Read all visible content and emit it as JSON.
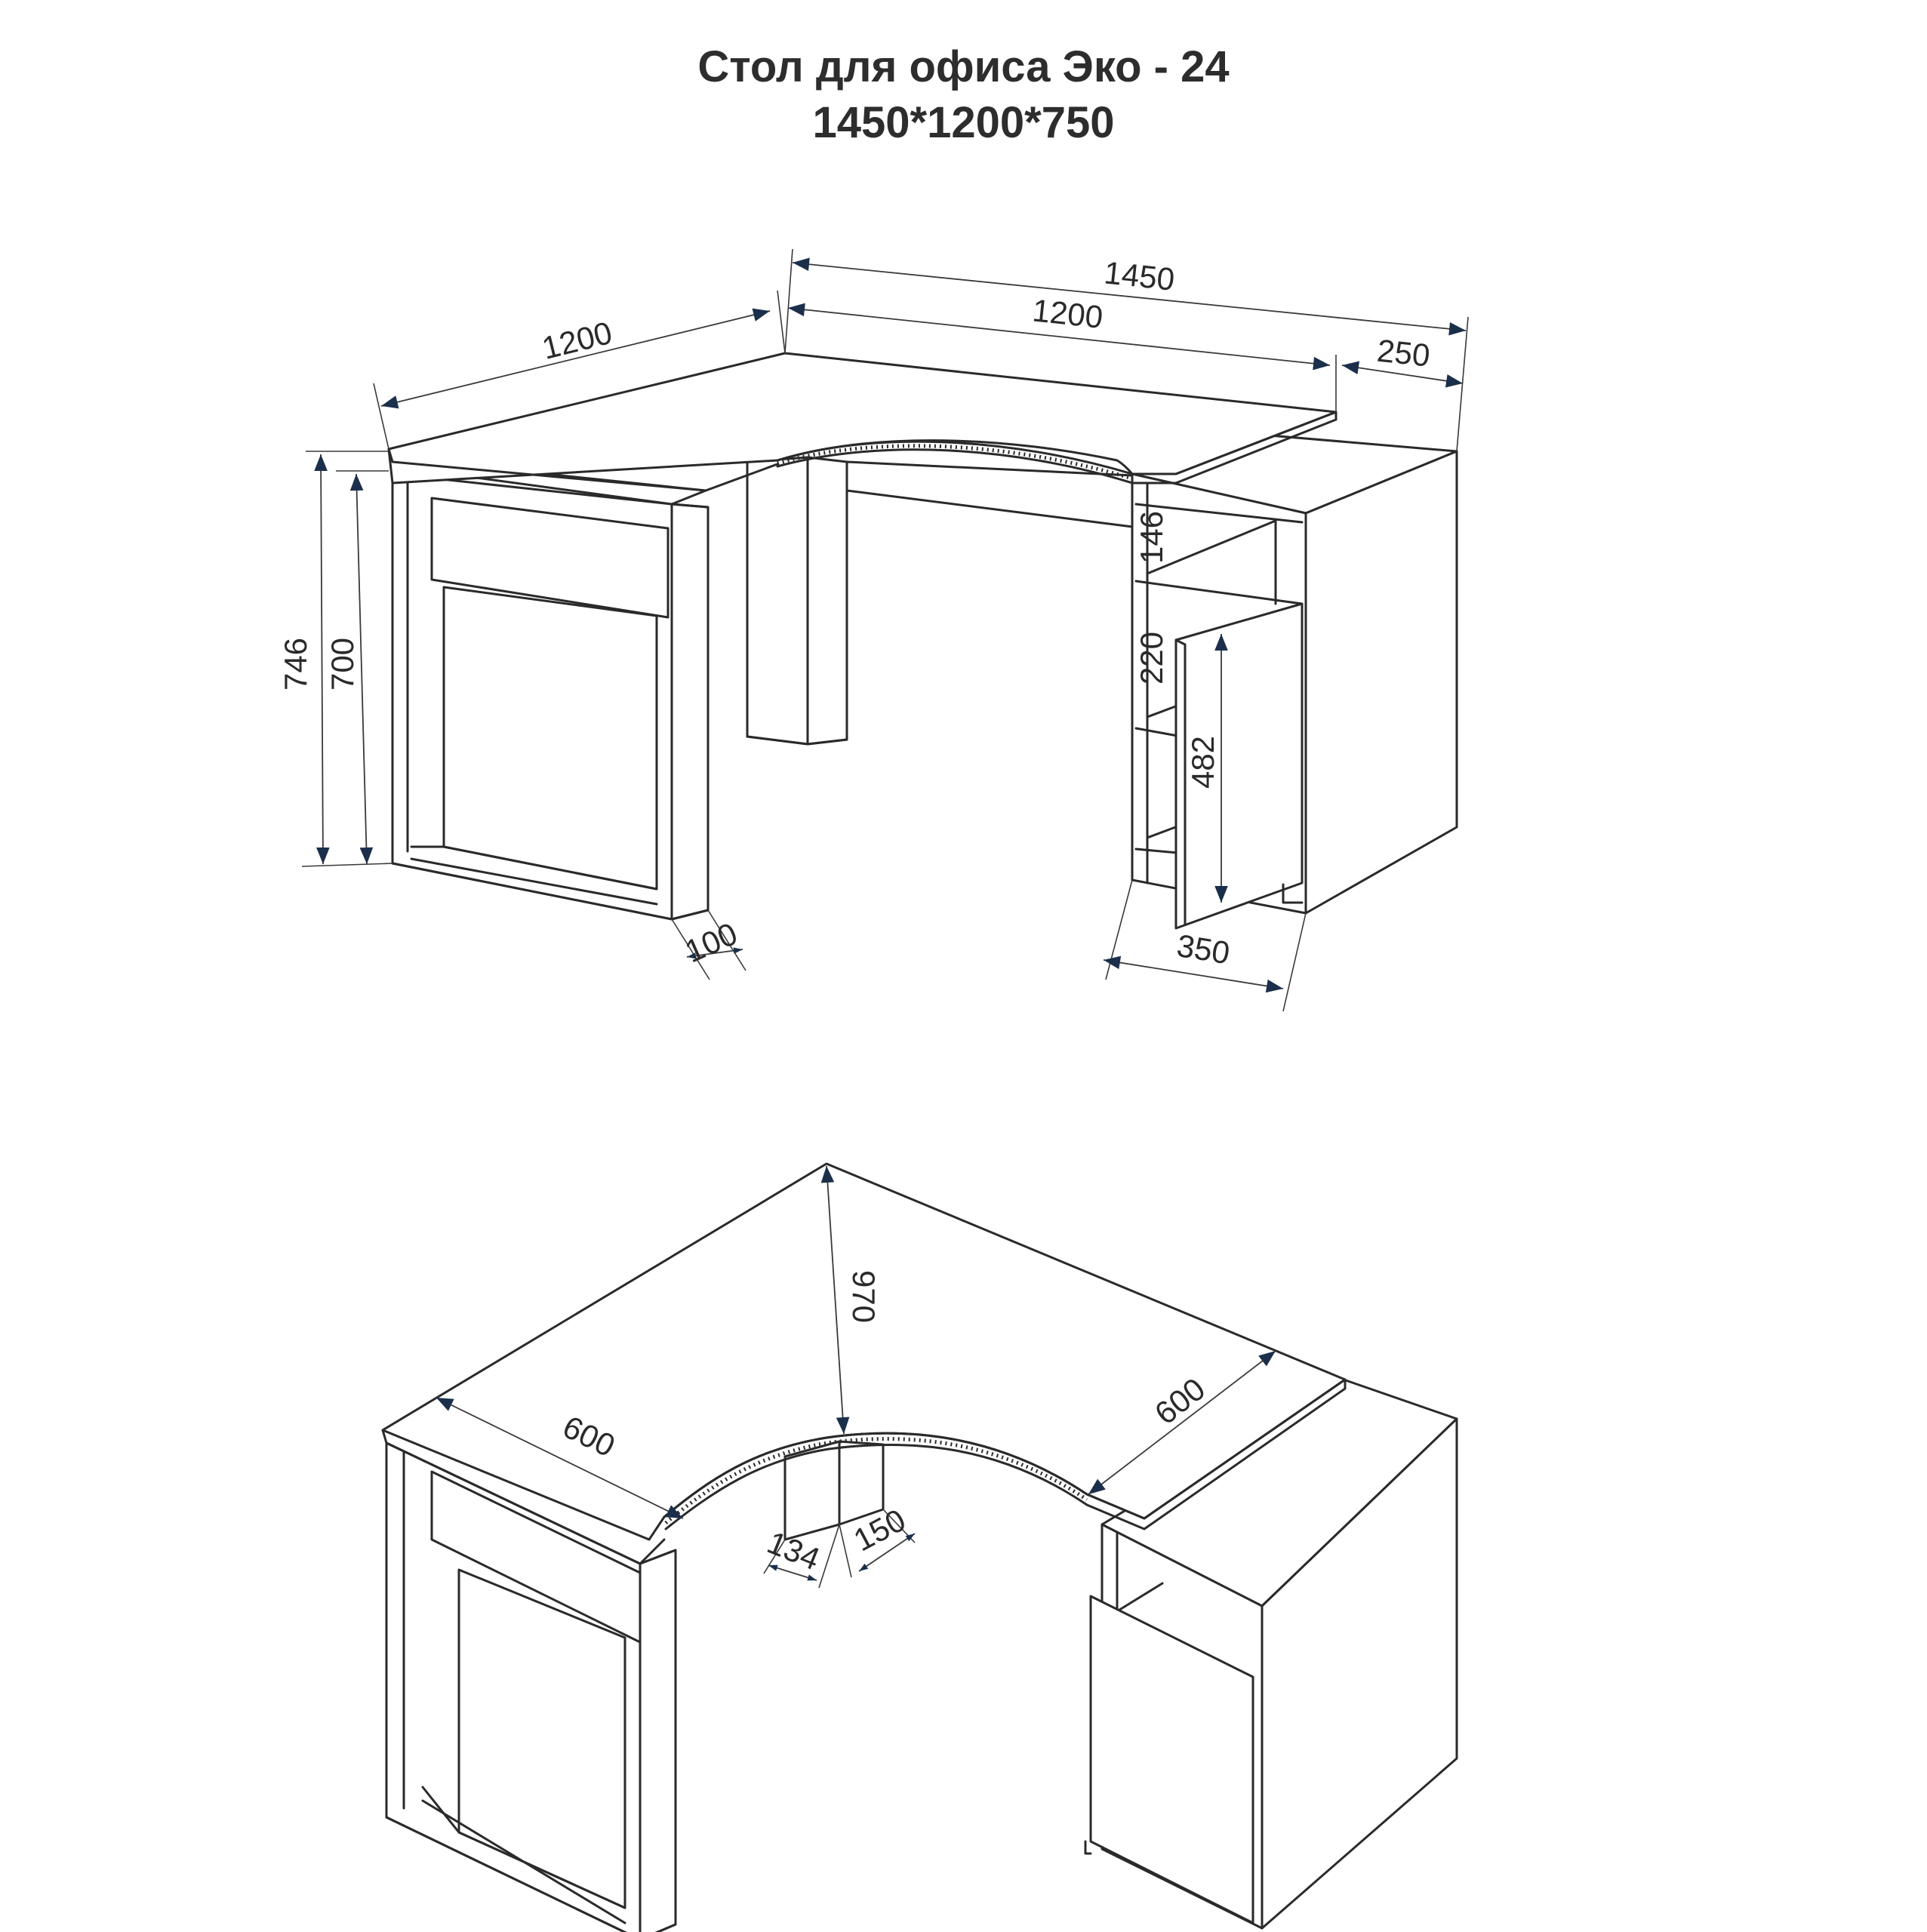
{
  "title": {
    "line1": "Стол для офиса Эко - 24",
    "line2": "1450*1200*750"
  },
  "colors": {
    "line": "#2a2a2a",
    "arrow": "#1b2f4b"
  },
  "top_view": {
    "dims": {
      "overall_width": "1450",
      "right_wing": "1200",
      "left_wing": "1200",
      "extension": "250",
      "height_total": "746",
      "height_leg": "700",
      "leg_thickness": "100",
      "shelf_opening": "146",
      "upper_niche": "220",
      "door_height": "482",
      "cabinet_depth": "350"
    }
  },
  "bottom_view": {
    "dims": {
      "depth_to_corner": "970",
      "left_depth": "600",
      "right_depth": "600",
      "support_left": "134",
      "support_right": "150"
    }
  }
}
